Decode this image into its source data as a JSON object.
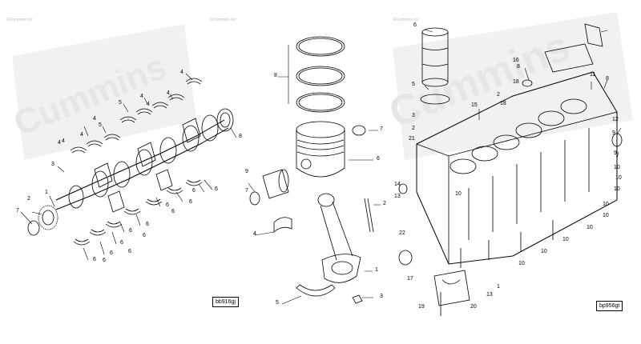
{
  "brand": {
    "watermark": "Cummins",
    "copyright": "©Cummins Inc"
  },
  "panels": [
    {
      "id": "crankshaft",
      "tag": "bb916gj"
    },
    {
      "id": "block",
      "tag": "bp956gt"
    }
  ],
  "callouts": {
    "left": [
      "4",
      "4",
      "5",
      "4",
      "5",
      "4",
      "4",
      "4",
      "4",
      "4",
      "3",
      "7",
      "2",
      "1",
      "8",
      "6",
      "6",
      "6",
      "6",
      "6",
      "6",
      "6",
      "6",
      "6",
      "6",
      "6",
      "6",
      "6"
    ],
    "center": [
      "8",
      "7",
      "6",
      "9",
      "7",
      "2",
      "4",
      "1",
      "5",
      "3"
    ],
    "right": [
      "6",
      "5",
      "8",
      "16",
      "18",
      "11",
      "8",
      "15",
      "2",
      "18",
      "12",
      "9",
      "3",
      "2",
      "21",
      "14",
      "13",
      "9",
      "10",
      "10",
      "10",
      "10",
      "10",
      "10",
      "10",
      "10",
      "10",
      "10",
      "17",
      "22",
      "1",
      "13",
      "19",
      "20"
    ]
  },
  "colors": {
    "line": "#000000",
    "watermark": "#e9e9e9",
    "background": "#ffffff"
  }
}
